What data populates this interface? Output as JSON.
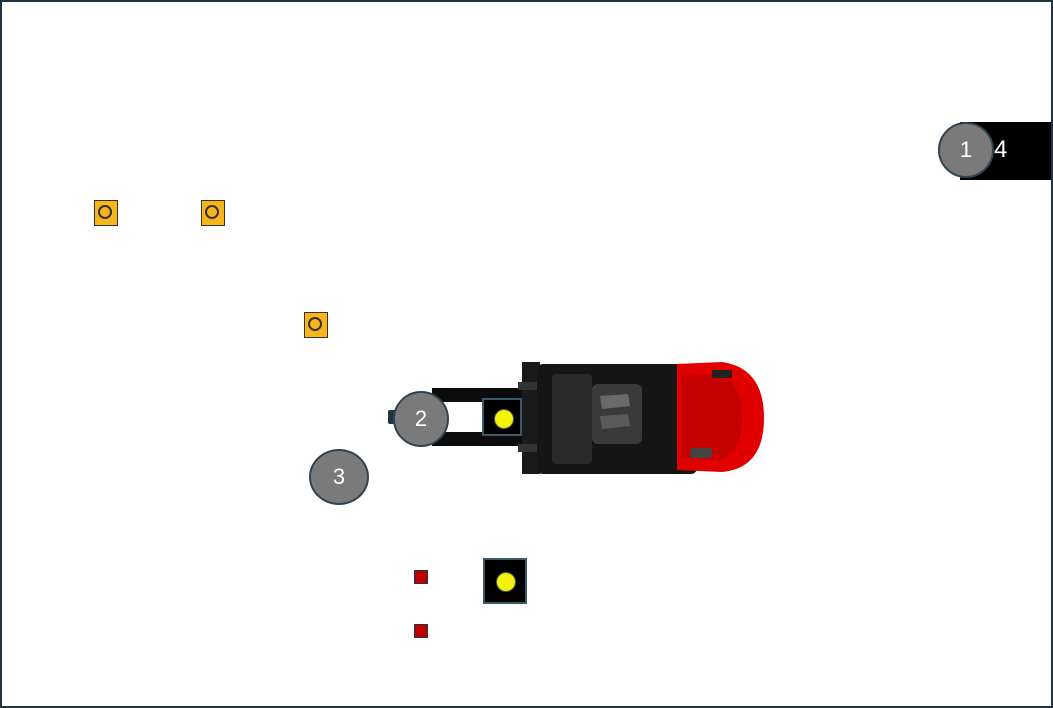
{
  "markers": [
    {
      "id": "1",
      "label": "1"
    },
    {
      "id": "2",
      "label": "2"
    },
    {
      "id": "3",
      "label": "3"
    }
  ],
  "station": {
    "label": "4"
  },
  "colors": {
    "marker_fill": "#7a7a7a",
    "load_box": "#f5b51c",
    "pallet_box": "#000000",
    "pallet_dot": "#f2f20c",
    "red_marker": "#c00000",
    "forklift_body": "#e00000"
  },
  "icons": {
    "forklift": "forklift-icon",
    "load": "load-box-icon",
    "pallet": "pallet-icon",
    "red_marker": "red-square-icon"
  }
}
